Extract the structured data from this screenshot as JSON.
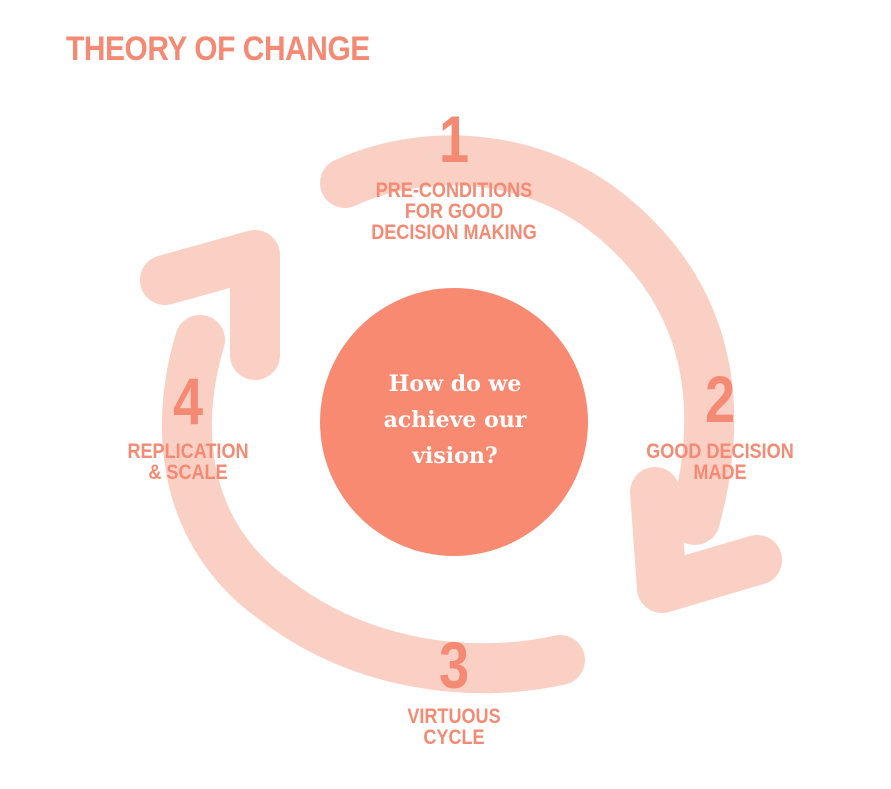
{
  "title": "THEORY OF CHANGE",
  "center": {
    "lines": [
      "How do we",
      "achieve our",
      "vision?"
    ]
  },
  "steps": [
    {
      "number": "1",
      "lines": [
        "PRE-CONDITIONS",
        "FOR GOOD",
        "DECISION MAKING"
      ]
    },
    {
      "number": "2",
      "lines": [
        "GOOD DECISION",
        "MADE"
      ]
    },
    {
      "number": "3",
      "lines": [
        "VIRTUOUS",
        "CYCLE"
      ]
    },
    {
      "number": "4",
      "lines": [
        "REPLICATION",
        "& SCALE"
      ]
    }
  ],
  "colors": {
    "accent": "#f58a74",
    "arrow": "#fbd0c4",
    "center_fill": "#f98a72"
  }
}
